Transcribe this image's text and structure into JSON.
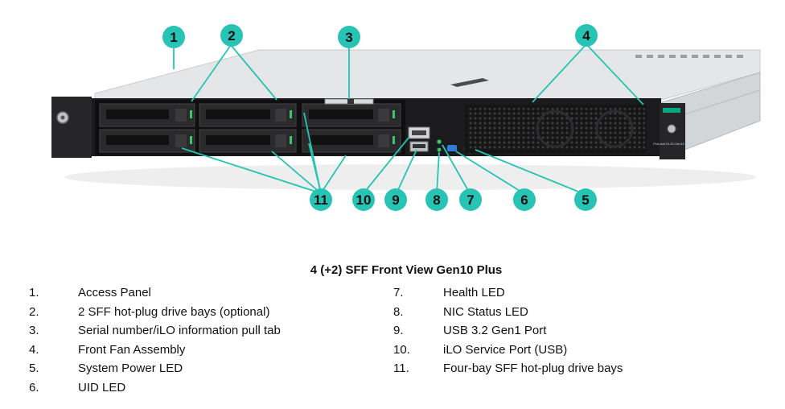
{
  "caption": "4 (+2) SFF Front View Gen10 Plus",
  "colors": {
    "callout": "#27c3b4",
    "chassis_top": "#e4e6e8",
    "chassis_front": "#1b1b1d",
    "drive_tray": "#2a2a2c",
    "status_green": "#38c96a",
    "uid_blue": "#2f7dd6",
    "hpe_green": "#01a982"
  },
  "callouts": [
    "1",
    "2",
    "3",
    "4",
    "5",
    "6",
    "7",
    "8",
    "9",
    "10",
    "11"
  ],
  "badge_text": "ProLiant DL20 Gen10 Plus",
  "legend": {
    "left": [
      {
        "num": "1.",
        "text": "Access Panel"
      },
      {
        "num": "2.",
        "text": "2 SFF hot-plug drive bays (optional)"
      },
      {
        "num": "3.",
        "text": "Serial number/iLO information pull tab"
      },
      {
        "num": "4.",
        "text": "Front Fan Assembly"
      },
      {
        "num": "5.",
        "text": "System Power LED"
      },
      {
        "num": "6.",
        "text": "UID LED"
      }
    ],
    "right": [
      {
        "num": "7.",
        "text": "Health LED"
      },
      {
        "num": "8.",
        "text": "NIC Status LED"
      },
      {
        "num": "9.",
        "text": "USB 3.2 Gen1 Port"
      },
      {
        "num": "10.",
        "text": "iLO Service Port (USB)"
      },
      {
        "num": "11.",
        "text": "Four-bay SFF hot-plug drive bays"
      }
    ]
  }
}
